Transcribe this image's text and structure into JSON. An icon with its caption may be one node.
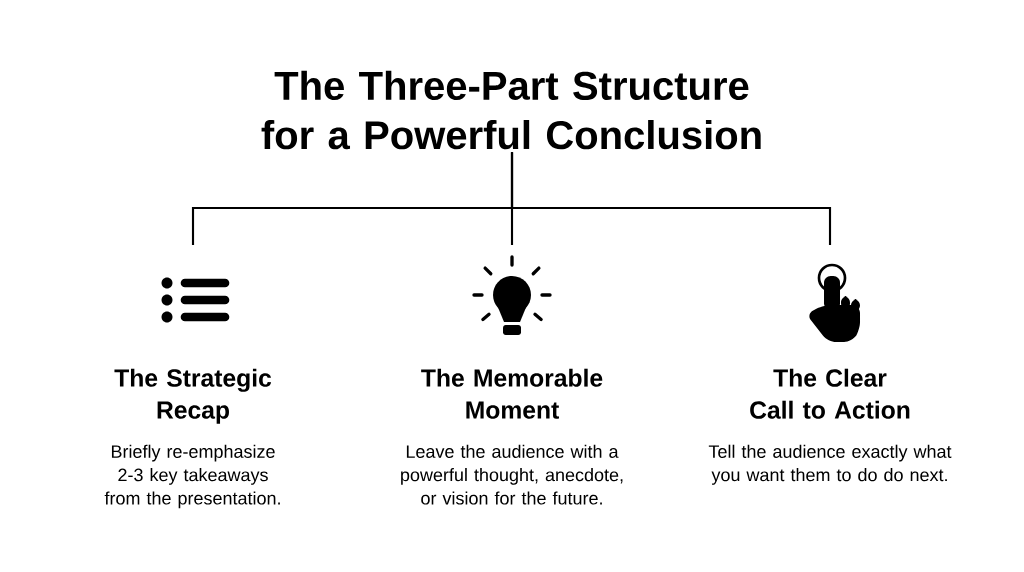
{
  "diagram": {
    "nodes": [
      {
        "text": [
          "The Three-Part Structure for a Powerful Conclusion"
        ]
      },
      {
        "text": [
          "The Strategic Recap",
          "Briefly re-emphasize 2-3 key takeaways from the presentation."
        ]
      },
      {
        "text": [
          "The Memorable Moment",
          "Leave the audience with a powerful thought, anecdote, or vision for the future."
        ]
      },
      {
        "text": [
          "The Clear Call to Action",
          "Tell the audience exactly what you want them to do do next."
        ]
      }
    ],
    "edges": [
      {
        "from": 0,
        "to": 1,
        "arrow": "none"
      },
      {
        "from": 0,
        "to": 2,
        "arrow": "none"
      },
      {
        "from": 0,
        "to": 3,
        "arrow": "none"
      }
    ]
  }
}
